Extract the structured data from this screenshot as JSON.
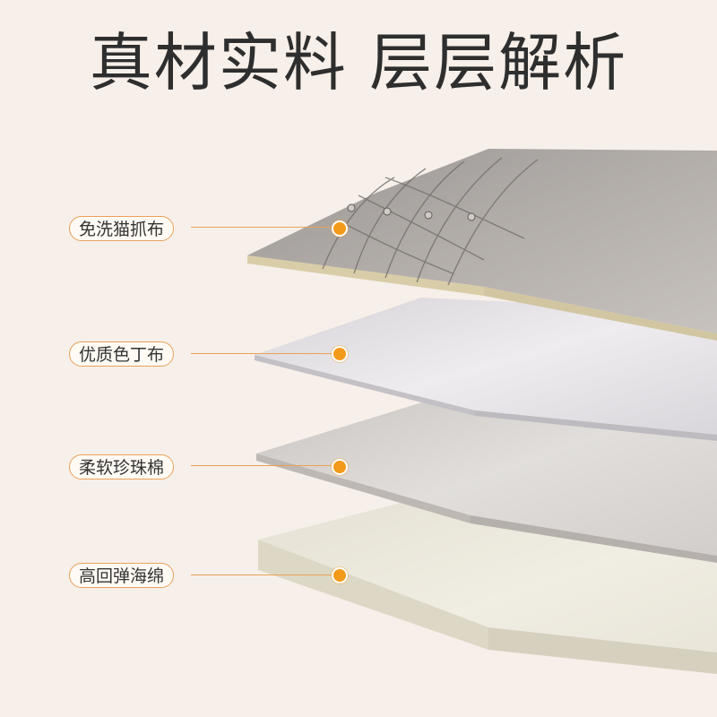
{
  "title": "真材实料 层层解析",
  "layers": [
    {
      "label": "免洗猫抓布"
    },
    {
      "label": "优质色丁布"
    },
    {
      "label": "柔软珍珠棉"
    },
    {
      "label": "高回弹海绵"
    }
  ],
  "colors": {
    "background": "#f7efe9",
    "accent": "#f39a1b",
    "label_border": "#e8a25a"
  }
}
